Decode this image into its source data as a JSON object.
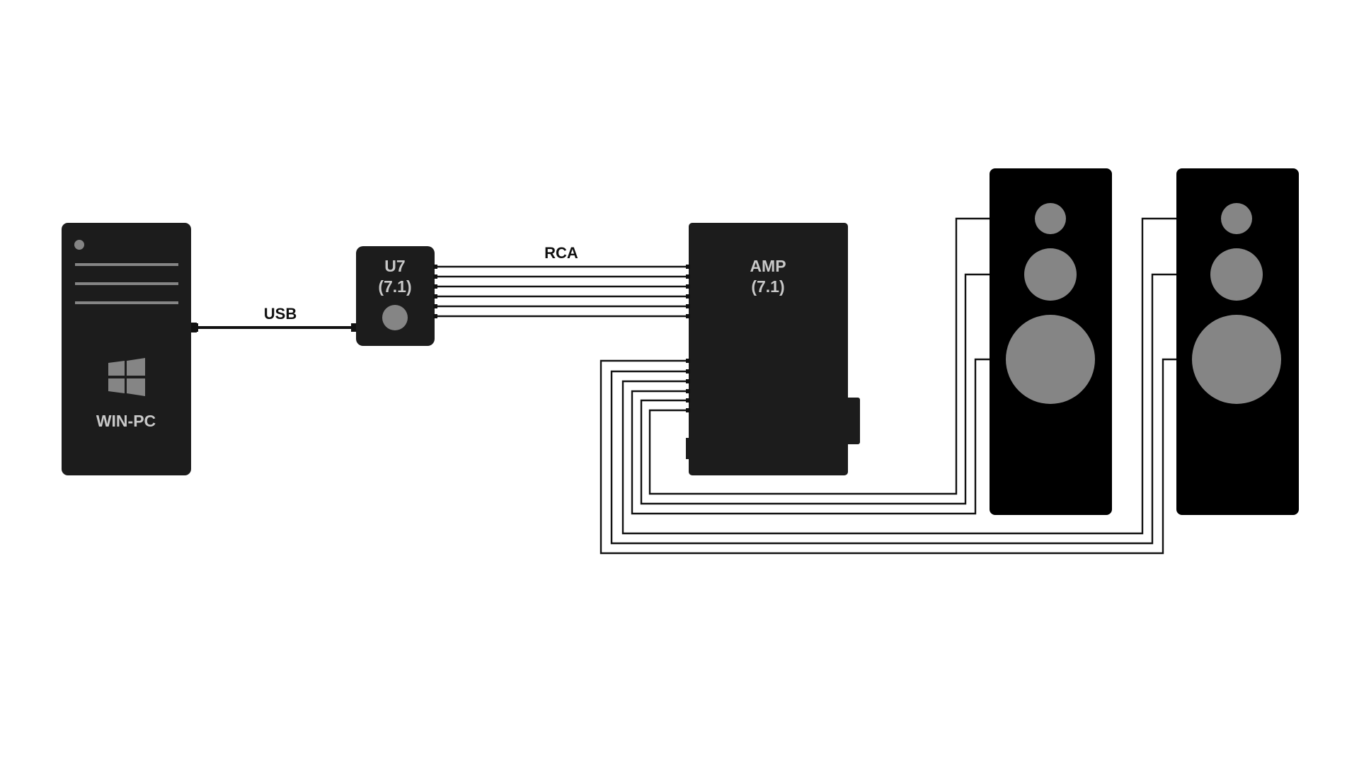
{
  "diagram": {
    "nodes": {
      "pc": {
        "label": "WIN-PC",
        "icon": "windows-logo-icon"
      },
      "dac": {
        "label_line1": "U7",
        "label_line2": "(7.1)"
      },
      "amp": {
        "label_line1": "AMP",
        "label_line2": "(7.1)"
      },
      "speaker_left": {
        "icon": "speaker-icon"
      },
      "speaker_right": {
        "icon": "speaker-icon"
      }
    },
    "connections": [
      {
        "from": "pc",
        "to": "dac",
        "label": "USB"
      },
      {
        "from": "dac",
        "to": "amp",
        "label": "RCA",
        "lines": 6
      },
      {
        "from": "amp",
        "to": "speaker_left",
        "lines": 3
      },
      {
        "from": "amp",
        "to": "speaker_right",
        "lines": 3
      }
    ],
    "colors": {
      "device_body": "#1c1c1c",
      "speaker_body": "#000000",
      "detail_gray": "#858585",
      "label_gray": "#c8c8c8",
      "wire": "#111111"
    }
  }
}
